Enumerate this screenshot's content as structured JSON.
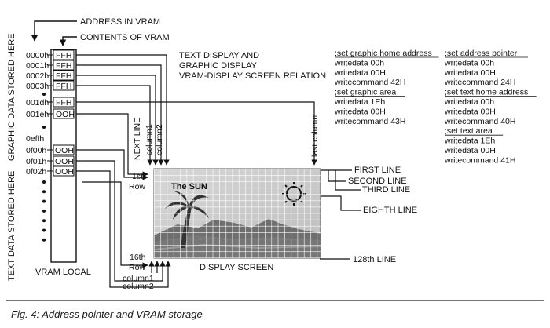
{
  "labels": {
    "address_in_vram": "ADDRESS IN VRAM",
    "contents_of_vram": "CONTENTS OF VRAM",
    "graphic_data_stored_here": "GRAPHIC DATA STORED HERE",
    "text_data_stored_here": "TEXT DATA STORED HERE",
    "vram_local": "VRAM LOCAL",
    "relation_title": [
      "TEXT DISPLAY AND",
      "GRAPHIC DISPLAY",
      "VRAM-DISPLAY SCREEN RELATION"
    ],
    "next_line": "NEXT LINE",
    "column1": "column1",
    "column2": "column2",
    "last_column": "last column",
    "first_row": [
      "1st",
      "Row"
    ],
    "sixteenth_row": [
      "16th",
      "Row"
    ],
    "display_screen": "DISPLAY SCREEN",
    "screen_text": "The SUN",
    "first_line": "FIRST LINE",
    "second_line": "SECOND LINE",
    "third_line": "THIRD LINE",
    "eighth_line": "EIGHTH LINE",
    "line_128": "128th LINE"
  },
  "graphic_rows": [
    {
      "address": "0000h",
      "content": "FFH"
    },
    {
      "address": "0001h",
      "content": "FFH"
    },
    {
      "address": "0002h",
      "content": "FFH"
    },
    {
      "address": "0003h",
      "content": "FFH"
    },
    {
      "address": "•",
      "content": ""
    },
    {
      "address": "001dh",
      "content": "FFH"
    },
    {
      "address": "001eh",
      "content": "OOH"
    },
    {
      "address": "•",
      "content": ""
    },
    {
      "address": "0effh",
      "content": ""
    }
  ],
  "text_rows": [
    {
      "address": "0f00h",
      "content": "OOH"
    },
    {
      "address": "0f01h",
      "content": "OOH"
    },
    {
      "address": "0f02h",
      "content": "OOH"
    }
  ],
  "code": {
    "left": [
      {
        "text": ";set graphic home address",
        "underline": true
      },
      {
        "text": "writedata 00h",
        "underline": false
      },
      {
        "text": "writedata 00H",
        "underline": false
      },
      {
        "text": "writecommand 42H",
        "underline": false
      },
      {
        "text": ";set graphic area",
        "underline": true
      },
      {
        "text": "writedata 1Eh",
        "underline": false
      },
      {
        "text": "writedata 00H",
        "underline": false
      },
      {
        "text": "writecommand 43H",
        "underline": false
      }
    ],
    "right": [
      {
        "text": ";set address pointer",
        "underline": true
      },
      {
        "text": "writedata 00h",
        "underline": false
      },
      {
        "text": "writedata 00H",
        "underline": false
      },
      {
        "text": "writecommand 24H",
        "underline": false
      },
      {
        "text": ";set text home address",
        "underline": true
      },
      {
        "text": "writedata 00h",
        "underline": false
      },
      {
        "text": "writedata 00H",
        "underline": false
      },
      {
        "text": "writecommand 40H",
        "underline": false
      },
      {
        "text": ";set text area",
        "underline": true
      },
      {
        "text": "writedata 1Eh",
        "underline": false
      },
      {
        "text": "writedata 00H",
        "underline": false
      },
      {
        "text": "writecommand 41H",
        "underline": false
      }
    ]
  },
  "caption": "Fig. 4: Address pointer and VRAM storage"
}
